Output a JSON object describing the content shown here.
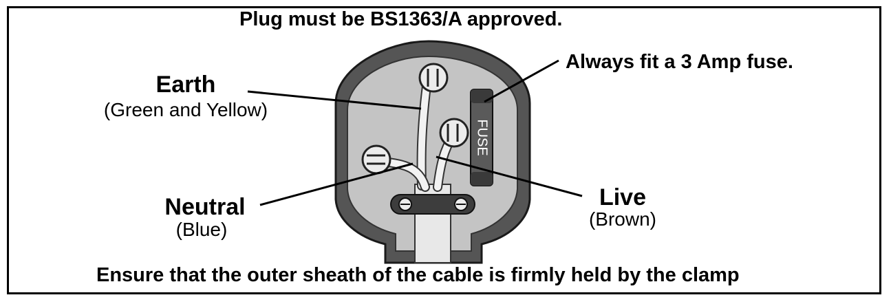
{
  "header": {
    "title": "Plug must be BS1363/A approved."
  },
  "labels": {
    "fuse_note": "Always fit a 3 Amp fuse.",
    "earth": {
      "name": "Earth",
      "color": "(Green and Yellow)"
    },
    "neutral": {
      "name": "Neutral",
      "color": "(Blue)"
    },
    "live": {
      "name": "Live",
      "color": "(Brown)"
    },
    "fuse_text": "FUSE"
  },
  "footer": {
    "note": "Ensure that the outer sheath of the cable is firmly held by the clamp"
  },
  "colors": {
    "plug_outer": "#555555",
    "plug_inner": "#c4c4c4",
    "fuse_body": "#5a5a5a",
    "wire": "#f2f2f2",
    "line": "#000000"
  }
}
